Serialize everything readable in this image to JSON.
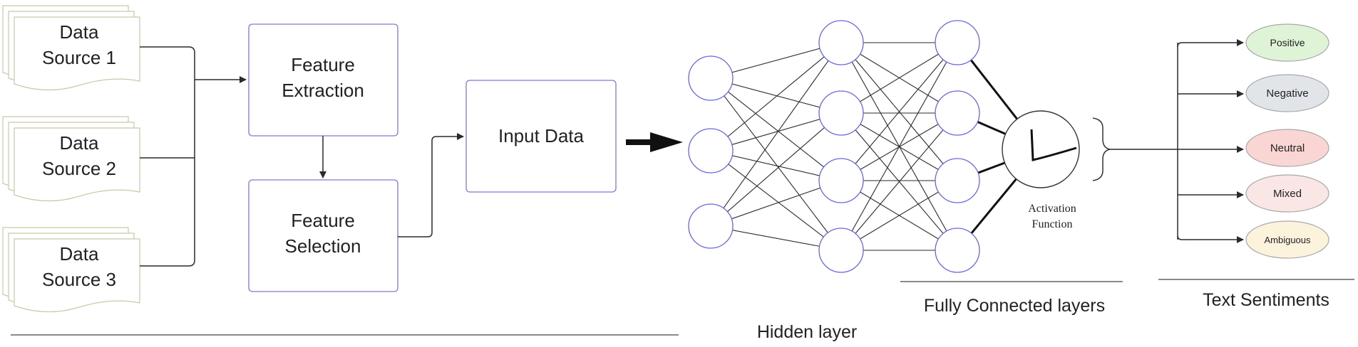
{
  "sources": [
    {
      "line1": "Data",
      "line2": "Source 1"
    },
    {
      "line1": "Data",
      "line2": "Source 2"
    },
    {
      "line1": "Data",
      "line2": "Source 3"
    }
  ],
  "feature_extraction": {
    "line1": "Feature",
    "line2": "Extraction"
  },
  "feature_selection": {
    "line1": "Feature",
    "line2": "Selection"
  },
  "input_data": {
    "label": "Input Data"
  },
  "activation": {
    "line1": "Activation",
    "line2": "Function"
  },
  "labels": {
    "hidden_layer": "Hidden layer",
    "fully_connected": "Fully Connected layers",
    "text_sentiments": "Text Sentiments"
  },
  "sentiments": [
    {
      "label": "Positive",
      "color": "#dff3d6"
    },
    {
      "label": "Negative",
      "color": "#e1e4e9"
    },
    {
      "label": "Neutral",
      "color": "#f9d5d3"
    },
    {
      "label": "Mixed",
      "color": "#fbe6e6"
    },
    {
      "label": "Ambiguous",
      "color": "#fcf3dc"
    }
  ],
  "colors": {
    "box_border": "#7b7bd6",
    "node_border": "#6666e0",
    "doc_border": "#c9c9a6",
    "line": "#2a2a2a",
    "sentiment_border": "#a8a8a8"
  }
}
